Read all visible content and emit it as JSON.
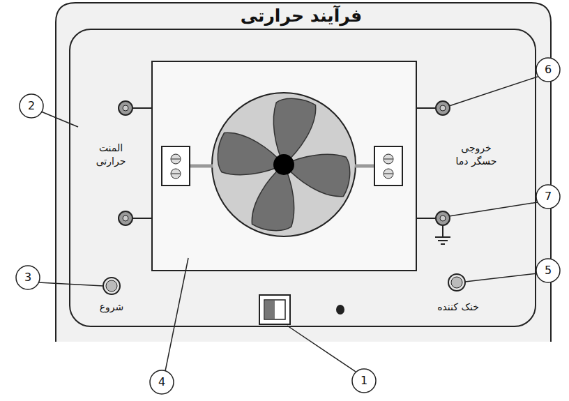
{
  "diagram": {
    "title": "فرآیند حرارتی",
    "labels": [
      "2",
      "المنت حرارتی",
      "3",
      "شروع",
      "4",
      "1",
      "6",
      "خروجی حسگر دما",
      "7",
      "5",
      "خنک کننده"
    ]
  }
}
